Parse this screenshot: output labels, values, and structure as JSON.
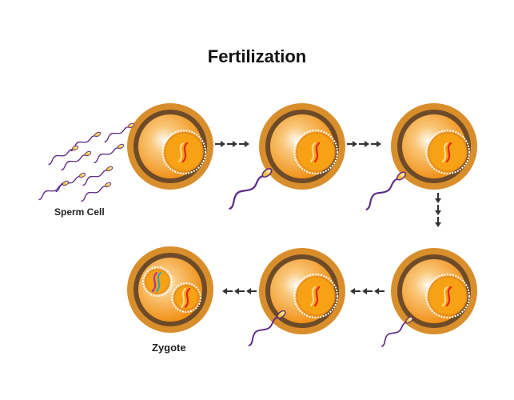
{
  "title": "Fertilization",
  "labels": {
    "sperm_cell": "Sperm Cell",
    "zygote": "Zygote"
  },
  "colors": {
    "outer_ring": "#d98e2c",
    "dark_ring": "#6e4b28",
    "cytoplasm": "#f39a1f",
    "nucleus": "#f7a114",
    "sperm_tail": "#5b2a86",
    "sperm_head": "#f4c23a",
    "chromosome_red": "#e3261b",
    "chromosome_light": "#f8d98a"
  },
  "stages": [
    "sperm-approaching",
    "sperm-contact",
    "sperm-penetrating-zona",
    "sperm-entering",
    "sperm-fusing",
    "zygote"
  ]
}
